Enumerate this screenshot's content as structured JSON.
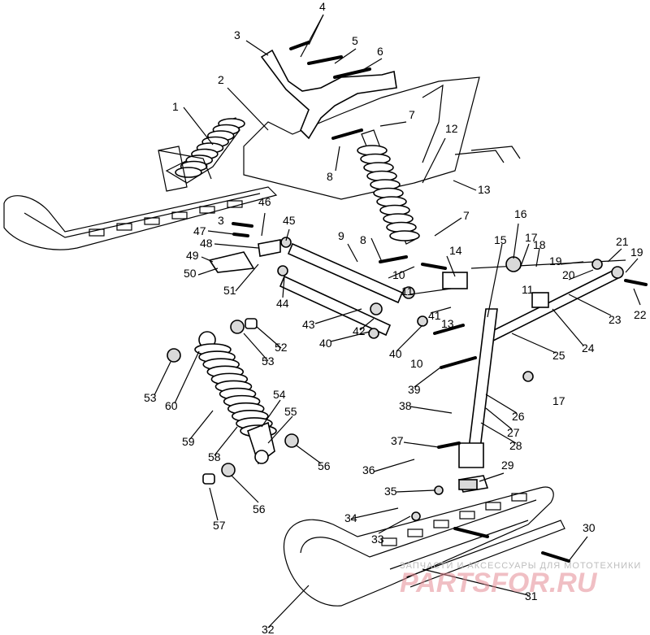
{
  "diagram": {
    "callouts": [
      {
        "id": "1",
        "text": "1"
      },
      {
        "id": "2",
        "text": "2"
      },
      {
        "id": "3a",
        "text": "3"
      },
      {
        "id": "3b",
        "text": "3"
      },
      {
        "id": "4",
        "text": "4"
      },
      {
        "id": "5",
        "text": "5"
      },
      {
        "id": "6",
        "text": "6"
      },
      {
        "id": "7a",
        "text": "7"
      },
      {
        "id": "7b",
        "text": "7"
      },
      {
        "id": "8a",
        "text": "8"
      },
      {
        "id": "8b",
        "text": "8"
      },
      {
        "id": "9",
        "text": "9"
      },
      {
        "id": "10a",
        "text": "10"
      },
      {
        "id": "10b",
        "text": "10"
      },
      {
        "id": "11a",
        "text": "11"
      },
      {
        "id": "11b",
        "text": "11"
      },
      {
        "id": "12",
        "text": "12"
      },
      {
        "id": "13a",
        "text": "13"
      },
      {
        "id": "13b",
        "text": "13"
      },
      {
        "id": "14",
        "text": "14"
      },
      {
        "id": "15",
        "text": "15"
      },
      {
        "id": "16",
        "text": "16"
      },
      {
        "id": "17a",
        "text": "17"
      },
      {
        "id": "17b",
        "text": "17"
      },
      {
        "id": "18",
        "text": "18"
      },
      {
        "id": "19a",
        "text": "19"
      },
      {
        "id": "19b",
        "text": "19"
      },
      {
        "id": "20",
        "text": "20"
      },
      {
        "id": "21",
        "text": "21"
      },
      {
        "id": "22",
        "text": "22"
      },
      {
        "id": "23",
        "text": "23"
      },
      {
        "id": "24",
        "text": "24"
      },
      {
        "id": "25",
        "text": "25"
      },
      {
        "id": "26",
        "text": "26"
      },
      {
        "id": "27",
        "text": "27"
      },
      {
        "id": "28",
        "text": "28"
      },
      {
        "id": "29",
        "text": "29"
      },
      {
        "id": "30",
        "text": "30"
      },
      {
        "id": "31",
        "text": "31"
      },
      {
        "id": "32",
        "text": "32"
      },
      {
        "id": "33",
        "text": "33"
      },
      {
        "id": "34",
        "text": "34"
      },
      {
        "id": "35",
        "text": "35"
      },
      {
        "id": "36",
        "text": "36"
      },
      {
        "id": "37",
        "text": "37"
      },
      {
        "id": "38",
        "text": "38"
      },
      {
        "id": "39",
        "text": "39"
      },
      {
        "id": "40a",
        "text": "40"
      },
      {
        "id": "40b",
        "text": "40"
      },
      {
        "id": "41",
        "text": "41"
      },
      {
        "id": "42",
        "text": "42"
      },
      {
        "id": "43",
        "text": "43"
      },
      {
        "id": "44",
        "text": "44"
      },
      {
        "id": "45",
        "text": "45"
      },
      {
        "id": "46",
        "text": "46"
      },
      {
        "id": "47",
        "text": "47"
      },
      {
        "id": "48",
        "text": "48"
      },
      {
        "id": "49",
        "text": "49"
      },
      {
        "id": "50",
        "text": "50"
      },
      {
        "id": "51",
        "text": "51"
      },
      {
        "id": "52",
        "text": "52"
      },
      {
        "id": "53a",
        "text": "53"
      },
      {
        "id": "53b",
        "text": "53"
      },
      {
        "id": "54",
        "text": "54"
      },
      {
        "id": "55",
        "text": "55"
      },
      {
        "id": "56a",
        "text": "56"
      },
      {
        "id": "56b",
        "text": "56"
      },
      {
        "id": "57",
        "text": "57"
      },
      {
        "id": "58",
        "text": "58"
      },
      {
        "id": "59",
        "text": "59"
      },
      {
        "id": "60",
        "text": "60"
      }
    ]
  },
  "watermark": {
    "caption": "ЗАПЧАСТИ И АКСЕССУАРЫ ДЛЯ МОТОТЕХНИКИ",
    "brand": "PARTSFOR.RU"
  },
  "colors": {
    "ink": "#000000",
    "watermark_caption": "#bdbdbd",
    "watermark_brand": "#e58c95"
  }
}
